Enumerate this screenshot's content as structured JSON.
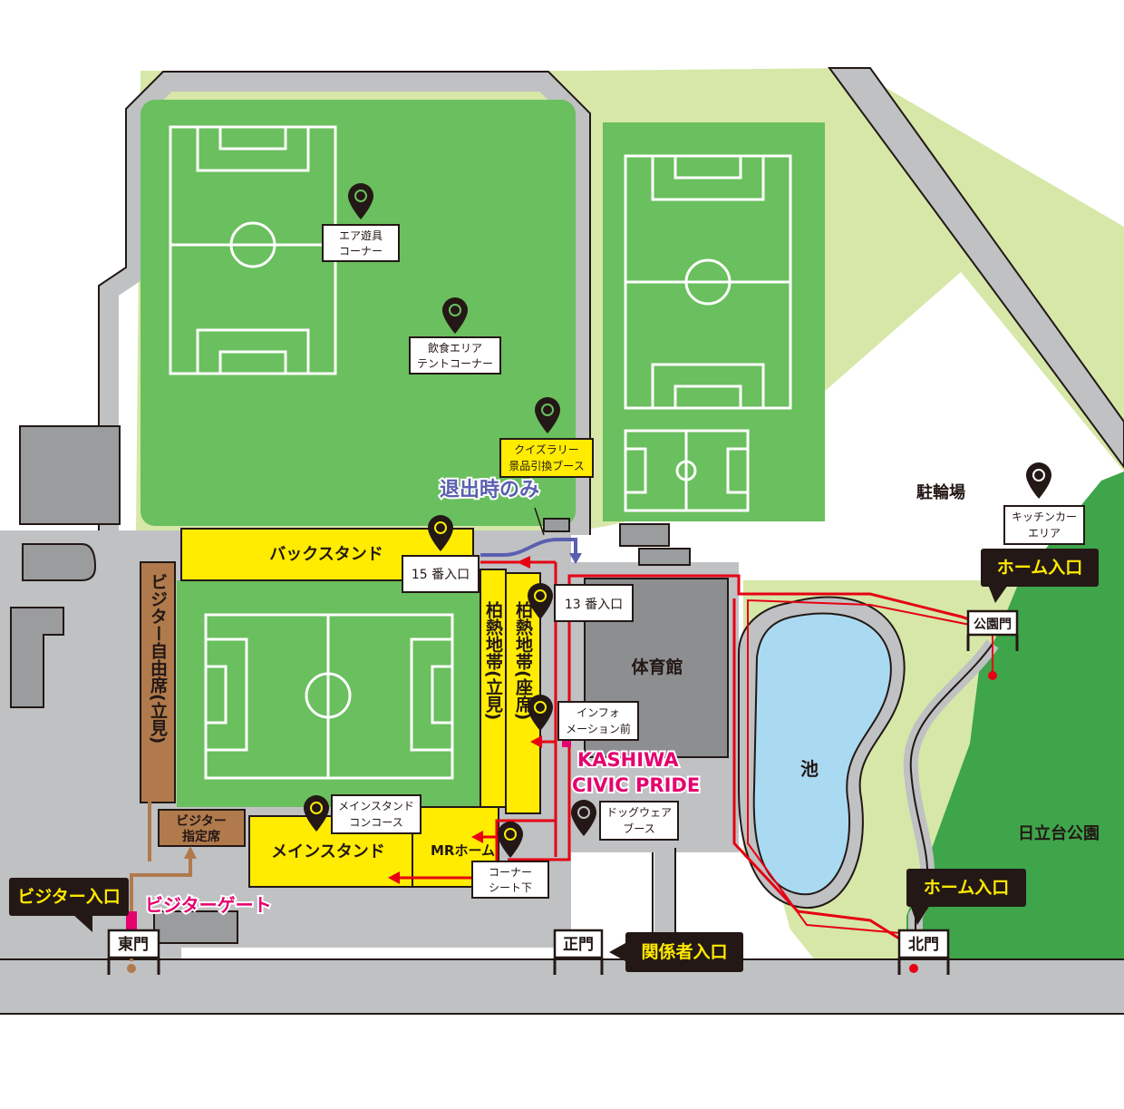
{
  "colors": {
    "lightgreen": "#d6e7a8",
    "pitch": "#6abf5e",
    "park": "#3ea54a",
    "path": "#bfc1c3",
    "building": "#9a9c9e",
    "gym": "#8c8e90",
    "pond": "#aadaf2",
    "stand_yellow": "#ffec00",
    "visitor_brown": "#b07a4c",
    "route_red": "#e60012",
    "exit_route": "#5a5fb0",
    "magenta": "#e5006e",
    "label_dark": "#231815",
    "label_yellow": "#ffe900"
  },
  "stands": {
    "back": "バックスタンド",
    "main": "メインスタンド",
    "mr_home": "MRホーム",
    "kashiwa_stand": "柏熱地帯(立見)",
    "kashiwa_seat": "柏熱地帯(座席)",
    "visitor_free": "ビジター自由席(立見)",
    "visitor_reserved": [
      "ビジター",
      "指定席"
    ]
  },
  "pins": [
    {
      "name": "air-play",
      "lines": [
        "エア遊具",
        "コーナー"
      ],
      "icon": "map-pin-icon"
    },
    {
      "name": "food-area",
      "lines": [
        "飲食エリア",
        "テントコーナー"
      ],
      "icon": "map-pin-icon"
    },
    {
      "name": "quiz-rally",
      "lines": [
        "クイズラリー",
        "景品引換ブース"
      ],
      "icon": "map-pin-icon"
    },
    {
      "name": "entrance-15",
      "lines": [
        "15 番入口"
      ],
      "icon": "map-pin-icon"
    },
    {
      "name": "entrance-13",
      "lines": [
        "13 番入口"
      ],
      "icon": "map-pin-icon"
    },
    {
      "name": "info-front",
      "lines": [
        "インフォ",
        "メーション前"
      ],
      "icon": "map-pin-icon"
    },
    {
      "name": "main-concourse",
      "lines": [
        "メインスタンド",
        "コンコース"
      ],
      "icon": "map-pin-icon"
    },
    {
      "name": "corner-seat",
      "lines": [
        "コーナー",
        "シート下"
      ],
      "icon": "map-pin-icon"
    },
    {
      "name": "dogwear-booth",
      "lines": [
        "ドッグウェア",
        "ブース"
      ],
      "icon": "map-pin-icon"
    },
    {
      "name": "kitchen-car",
      "lines": [
        "キッチンカー",
        "エリア"
      ],
      "icon": "map-pin-icon"
    }
  ],
  "areas": {
    "gym": "体育館",
    "pond": "池",
    "bike_parking": "駐輪場",
    "park": "日立台公園"
  },
  "notes": {
    "exit_only": "退出時のみ",
    "civic_pride_1": "KASHIWA",
    "civic_pride_2": "CIVIC PRIDE",
    "visitor_gate": "ビジターゲート"
  },
  "entrances": {
    "home_top": "ホーム入口",
    "home_bottom": "ホーム入口",
    "visitor": "ビジター入口",
    "staff": "関係者入口"
  },
  "gates": {
    "east": "東門",
    "main": "正門",
    "north": "北門",
    "park": "公園門"
  }
}
